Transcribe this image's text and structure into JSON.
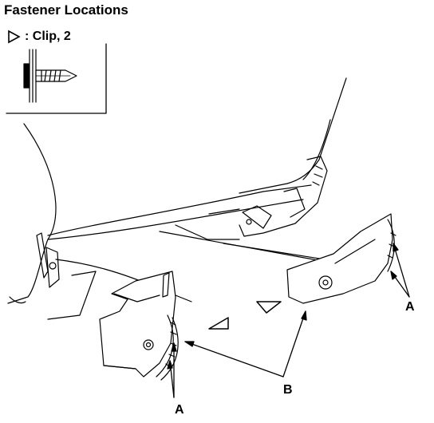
{
  "header": {
    "title": "Fastener Locations"
  },
  "legend": {
    "symbol": "triangle-clip-icon",
    "text": ": Clip, 2"
  },
  "callouts": {
    "a_left": "A",
    "a_right": "A",
    "b": "B"
  },
  "colors": {
    "ink": "#000000",
    "paper": "#ffffff"
  }
}
